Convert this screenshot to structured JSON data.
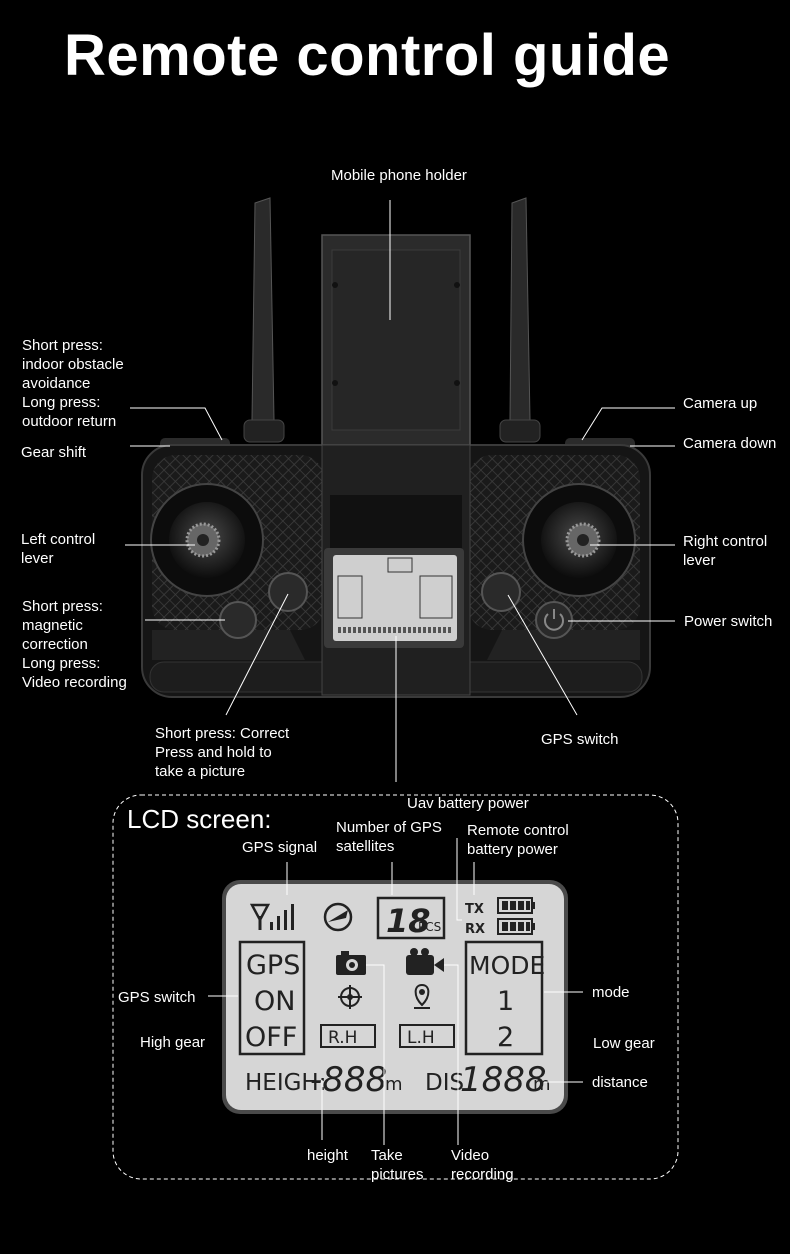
{
  "title": "Remote control guide",
  "labels": {
    "phone_holder": "Mobile phone holder",
    "obstacle": "Short press:\nindoor obstacle\navoidance\nLong press:\noutdoor return",
    "gear_shift": "Gear shift",
    "left_lever": "Left control\nlever",
    "magnetic": "Short press:\nmagnetic\ncorrection\nLong press:\nVideo recording",
    "correct": "Short press: Correct\nPress and hold to\ntake a picture",
    "camera_up": "Camera up",
    "camera_down": "Camera down",
    "right_lever": "Right control\nlever",
    "power_switch": "Power switch",
    "gps_switch_top": "GPS switch"
  },
  "lcd": {
    "heading": "LCD screen:",
    "uav_battery": "Uav battery power",
    "gps_satellites": "Number of GPS\nsatellites",
    "rc_battery": "Remote control\nbattery power",
    "gps_signal": "GPS signal",
    "gps_switch": "GPS switch",
    "high_gear": "High gear",
    "mode": "mode",
    "low_gear": "Low gear",
    "distance": "distance",
    "height": "height",
    "take_pictures": "Take\npictures",
    "video_recording": "Video\nrecording"
  },
  "screen": {
    "sat_count": "18",
    "pcs": "PCS",
    "tx": "TX",
    "rx": "RX",
    "gps": "GPS",
    "on": "ON",
    "off": "OFF",
    "rh": "R.H",
    "lh": "L.H",
    "mode_word": "MODE",
    "mode_1": "1",
    "mode_2": "2",
    "heigh": "HEIGH:",
    "height_value": "-888",
    "unit_m": "m",
    "dis": "DIS",
    "dis_value": "1888"
  },
  "colors": {
    "background": "#000000",
    "lcd_screen": "#d6d6d6",
    "text": "#ffffff",
    "controller": "#1f1f1f"
  }
}
